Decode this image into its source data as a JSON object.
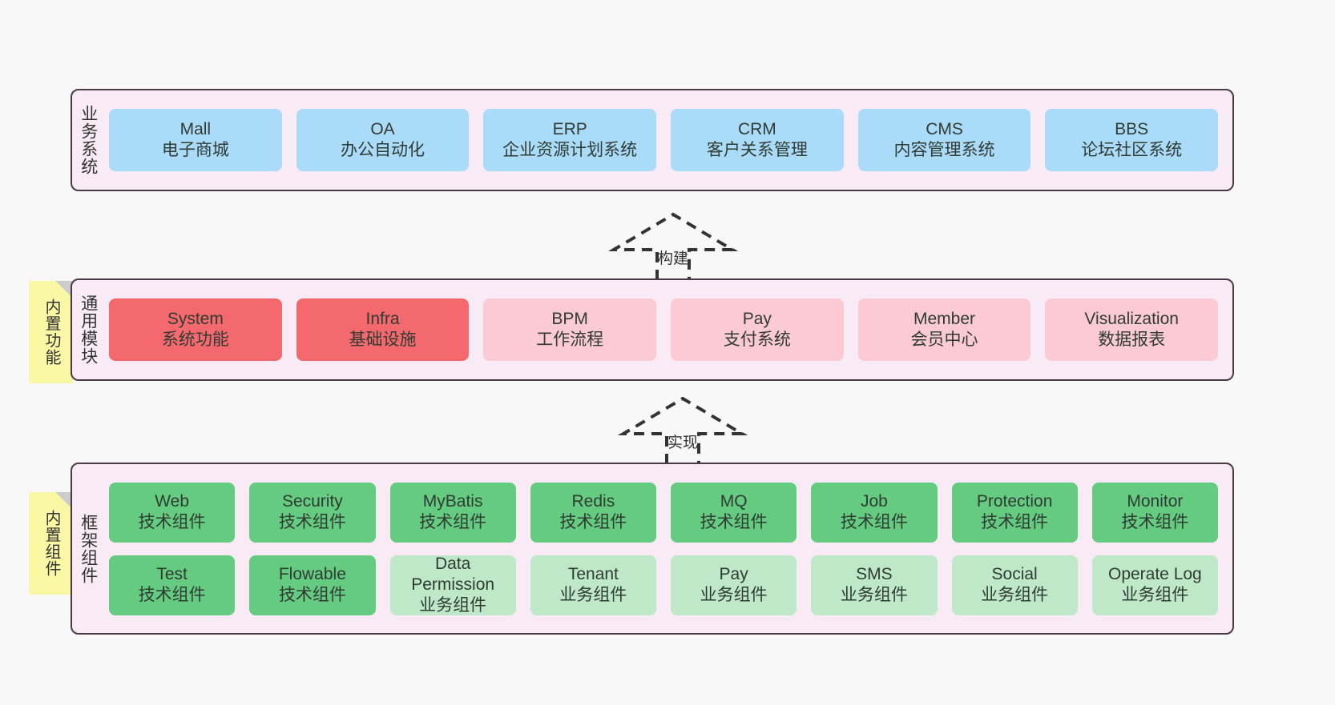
{
  "diagram": {
    "title_hidden": "",
    "colors": {
      "panel_bg": "#f9ebf5",
      "panel_border": "#4a3a44",
      "sticky_bg": "#fbf8a5",
      "blue": "#aadcfa",
      "red_strong": "#f4696e",
      "red_light": "#fccad2",
      "green_strong": "#64cb80",
      "green_light": "#bfe8c8",
      "page_bg": "#f8f8f8"
    }
  },
  "layers": {
    "business": {
      "title": "业务系统",
      "cards": [
        {
          "en": "Mall",
          "cn": "电子商城",
          "style": "c-blue"
        },
        {
          "en": "OA",
          "cn": "办公自动化",
          "style": "c-blue"
        },
        {
          "en": "ERP",
          "cn": "企业资源计划系统",
          "style": "c-blue"
        },
        {
          "en": "CRM",
          "cn": "客户关系管理",
          "style": "c-blue"
        },
        {
          "en": "CMS",
          "cn": "内容管理系统",
          "style": "c-blue"
        },
        {
          "en": "BBS",
          "cn": "论坛社区系统",
          "style": "c-blue"
        }
      ]
    },
    "common": {
      "title": "通用模块",
      "sticky": "内置功能",
      "cards": [
        {
          "en": "System",
          "cn": "系统功能",
          "style": "c-red-strong"
        },
        {
          "en": "Infra",
          "cn": "基础设施",
          "style": "c-red-strong"
        },
        {
          "en": "BPM",
          "cn": "工作流程",
          "style": "c-red-light"
        },
        {
          "en": "Pay",
          "cn": "支付系统",
          "style": "c-red-light"
        },
        {
          "en": "Member",
          "cn": "会员中心",
          "style": "c-red-light"
        },
        {
          "en": "Visualization",
          "cn": "数据报表",
          "style": "c-red-light"
        }
      ]
    },
    "framework": {
      "title": "框架组件",
      "sticky": "内置组件",
      "row1": [
        {
          "en": "Web",
          "cn": "技术组件",
          "style": "c-green-strong"
        },
        {
          "en": "Security",
          "cn": "技术组件",
          "style": "c-green-strong"
        },
        {
          "en": "MyBatis",
          "cn": "技术组件",
          "style": "c-green-strong"
        },
        {
          "en": "Redis",
          "cn": "技术组件",
          "style": "c-green-strong"
        },
        {
          "en": "MQ",
          "cn": "技术组件",
          "style": "c-green-strong"
        },
        {
          "en": "Job",
          "cn": "技术组件",
          "style": "c-green-strong"
        },
        {
          "en": "Protection",
          "cn": "技术组件",
          "style": "c-green-strong"
        },
        {
          "en": "Monitor",
          "cn": "技术组件",
          "style": "c-green-strong"
        }
      ],
      "row2": [
        {
          "en": "Test",
          "cn": "技术组件",
          "style": "c-green-strong"
        },
        {
          "en": "Flowable",
          "cn": "技术组件",
          "style": "c-green-strong"
        },
        {
          "en": "Data Permission",
          "cn": "业务组件",
          "style": "c-green-light"
        },
        {
          "en": "Tenant",
          "cn": "业务组件",
          "style": "c-green-light"
        },
        {
          "en": "Pay",
          "cn": "业务组件",
          "style": "c-green-light"
        },
        {
          "en": "SMS",
          "cn": "业务组件",
          "style": "c-green-light"
        },
        {
          "en": "Social",
          "cn": "业务组件",
          "style": "c-green-light"
        },
        {
          "en": "Operate Log",
          "cn": "业务组件",
          "style": "c-green-light"
        }
      ]
    }
  },
  "relations": [
    {
      "label": "构建",
      "from": "common",
      "to": "business"
    },
    {
      "label": "实现",
      "from": "framework",
      "to": "common"
    }
  ]
}
